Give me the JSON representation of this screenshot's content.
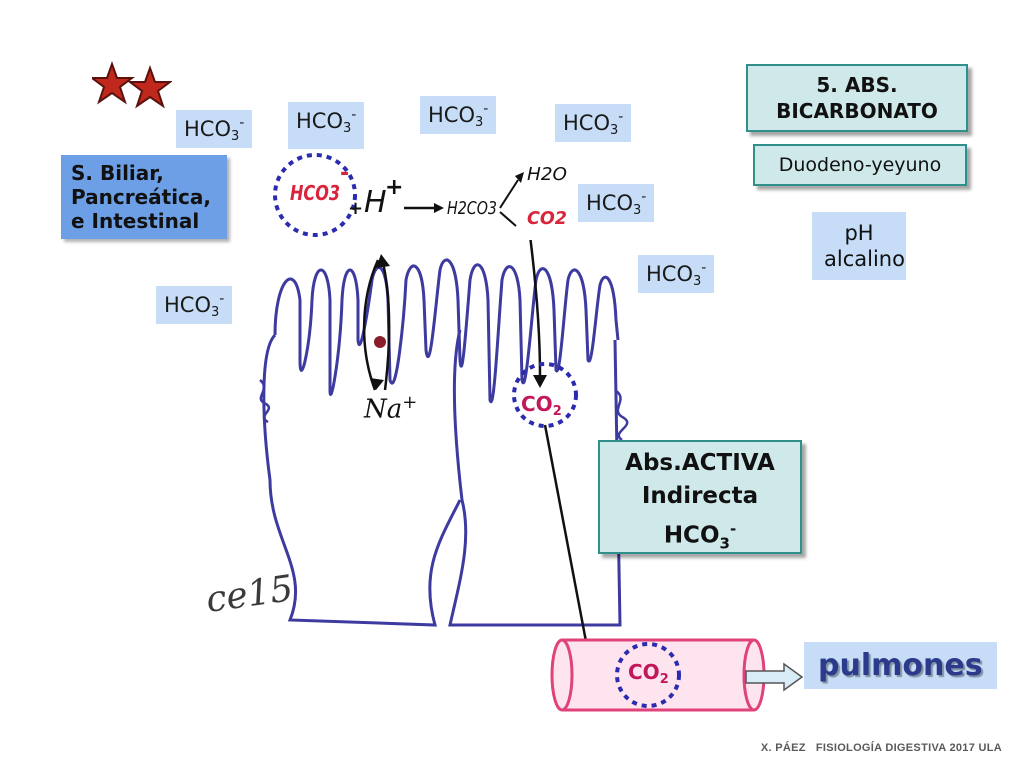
{
  "hco3": {
    "base": "HCO",
    "sub": "3",
    "sup": "-"
  },
  "boxes": {
    "title_line1": "5. ABS.",
    "title_line2": "BICARBONATO",
    "location": "Duodeno-yeyuno",
    "ph_line1": "pH",
    "ph_line2": "alcalino",
    "secretion_line1": "S. Biliar,",
    "secretion_line2": "Pancreática,",
    "secretion_line3": "e Intestinal",
    "absorption_line1": "Abs.ACTIVA",
    "absorption_line2": "Indirecta",
    "absorption_line3_base": "HCO",
    "absorption_line3_sub": "3",
    "absorption_line3_sup": "-"
  },
  "co2": {
    "base": "CO",
    "sub": "2"
  },
  "handwritten": {
    "hco3": "HCO3",
    "minus": "-",
    "plus_sign": "+",
    "h": "H",
    "h2co3": "H2CO3",
    "h2o": "H2O",
    "co2": "CO2",
    "na": "Na",
    "signature": "ce15"
  },
  "destination": "pulmones",
  "stars": "**",
  "footer": "X. PÁEZ   FISIOLOGÍA DIGESTIVA 2017 ULA",
  "colors": {
    "villi_line": "#3d3aa0",
    "dotted_circle": "#2b2bb0",
    "arrow": "#111111",
    "stars": "#c0281e",
    "vessel": "#e0427a",
    "teal_border": "#2f8f8a"
  }
}
